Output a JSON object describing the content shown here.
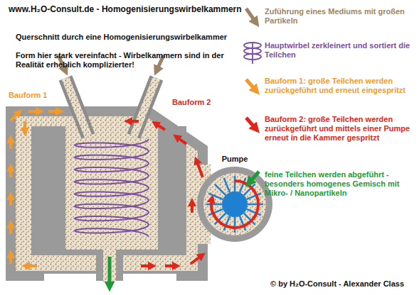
{
  "diagram": {
    "title": "www.H₂O-Consult.de - Homogenisierungswirbelkammern",
    "nodes": [
      {
        "text": [
          "Pumpe"
        ]
      }
    ],
    "labels": [
      "Querschnitt durch eine Homogenisierungswirbelkammer",
      "Form hier stark vereinfacht - Wirbelkammern sind in der Realität erheblich komplizierter!",
      "Bauform 1",
      "Bauform 2",
      "© by H₂O-Consult - Alexander Class"
    ],
    "legend": [
      {
        "text": "Zuführung eines Mediums mit großen Partikeln"
      },
      {
        "text": "Hauptwirbel zerkleinert und sortiert die Teilchen"
      },
      {
        "text": "Bauform 1: große Teilchen werden zurückgeführt und erneut eingespritzt"
      },
      {
        "text": "Bauform 2: große Teilchen werden zurückgeführt und mittels einer Pumpe erneut in die Kammer gespritzt"
      },
      {
        "text": "feine Teilchen werden abgeführt - besonders homogenes Gemisch mit Mikro- / Nanopartikeln"
      }
    ]
  }
}
